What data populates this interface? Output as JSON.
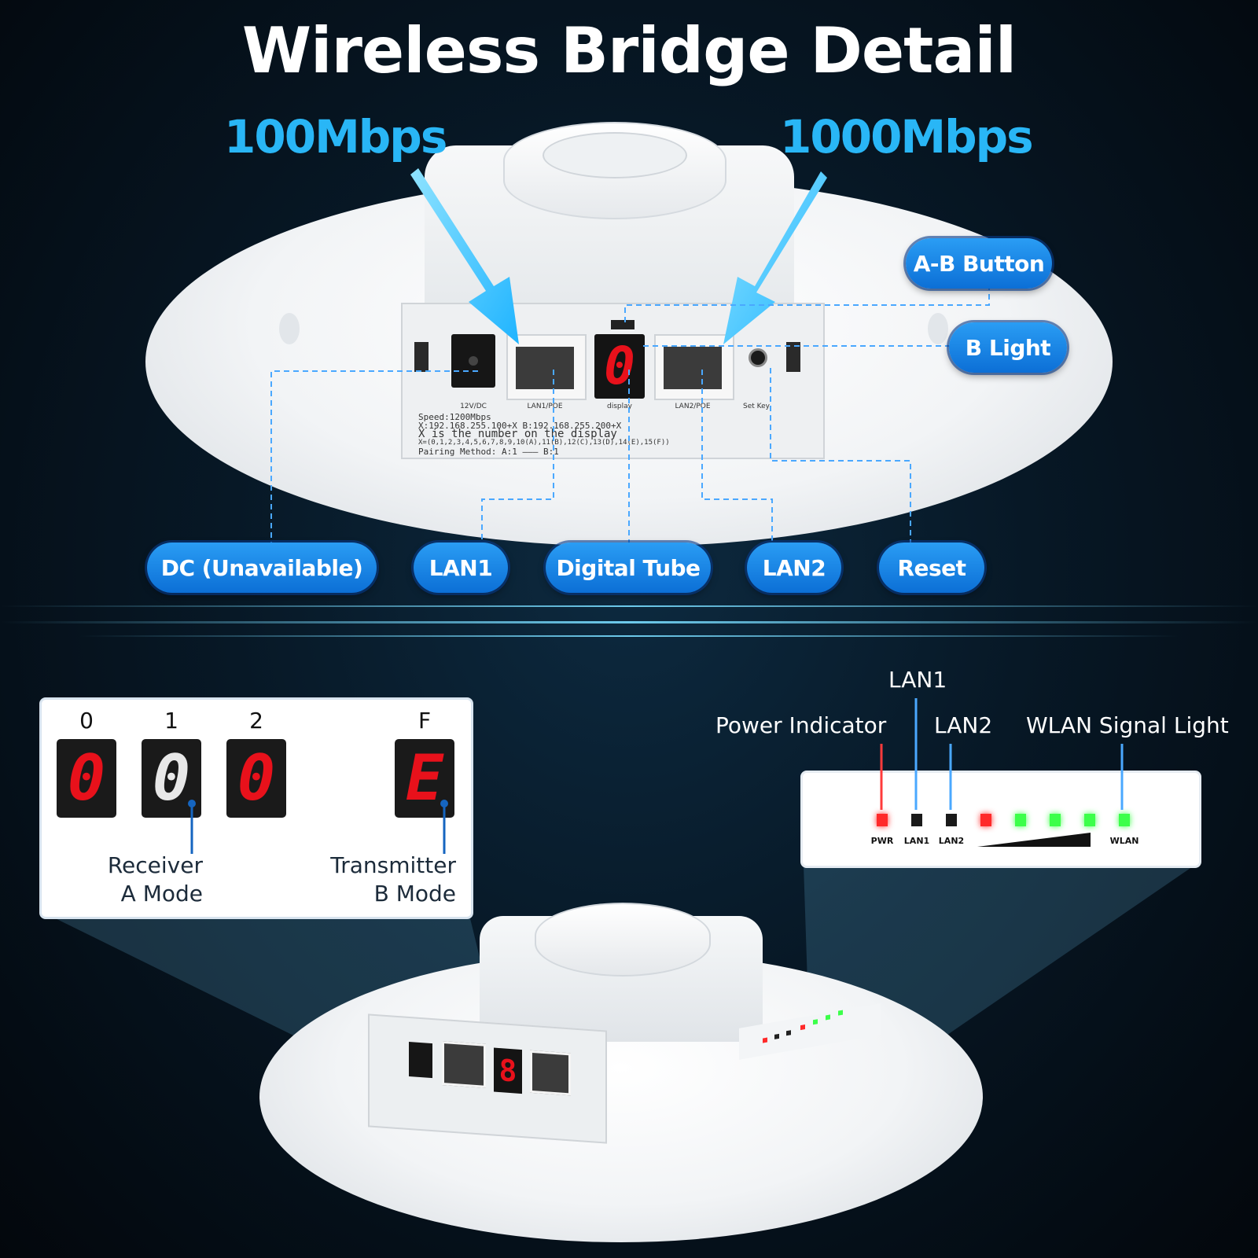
{
  "title": "Wireless Bridge Detail",
  "speeds": {
    "left": "100Mbps",
    "right": "1000Mbps"
  },
  "callouts": {
    "ab_button": "A-B Button",
    "b_light": "B Light",
    "dc": "DC (Unavailable)",
    "lan1": "LAN1",
    "digital_tube": "Digital Tube",
    "lan2": "LAN2",
    "reset": "Reset"
  },
  "device_label": {
    "line1": "Speed:1200Mbps",
    "line2": "X:192.168.255.100+X   B:192.168.255.200+X",
    "line3": "X is the number on the display",
    "line4": "X=(0,1,2,3,4,5,6,7,8,9,10(A),11(B),12(C),13(D),14(E),15(F))",
    "line5": "Pairing Method: A:1 ——— B:1",
    "port_12v": "12V/DC",
    "port_lan1": "LAN1/POE",
    "port_display": "display",
    "port_lan2": "LAN2/POE",
    "port_setkey": "Set Key",
    "digit": "0"
  },
  "modes": {
    "digits": [
      {
        "label": "0",
        "glyph": "0"
      },
      {
        "label": "1",
        "glyph": "0"
      },
      {
        "label": "2",
        "glyph": "0"
      },
      {
        "label": "F",
        "glyph": "E"
      }
    ],
    "receiver_1": "Receiver",
    "receiver_2": "A Mode",
    "transmitter_1": "Transmitter",
    "transmitter_2": "B Mode"
  },
  "indicators": {
    "lan1_title": "LAN1",
    "power_title": "Power Indicator",
    "lan2_title": "LAN2",
    "wlan_title": "WLAN Signal Light",
    "pwr": "PWR",
    "lan1": "LAN1",
    "lan2": "LAN2",
    "wlan": "WLAN"
  },
  "colors": {
    "accent": "#29b6f6",
    "led_red": "#ff2a2a",
    "led_green": "#3cff4a",
    "segment_red": "#e8111b"
  }
}
